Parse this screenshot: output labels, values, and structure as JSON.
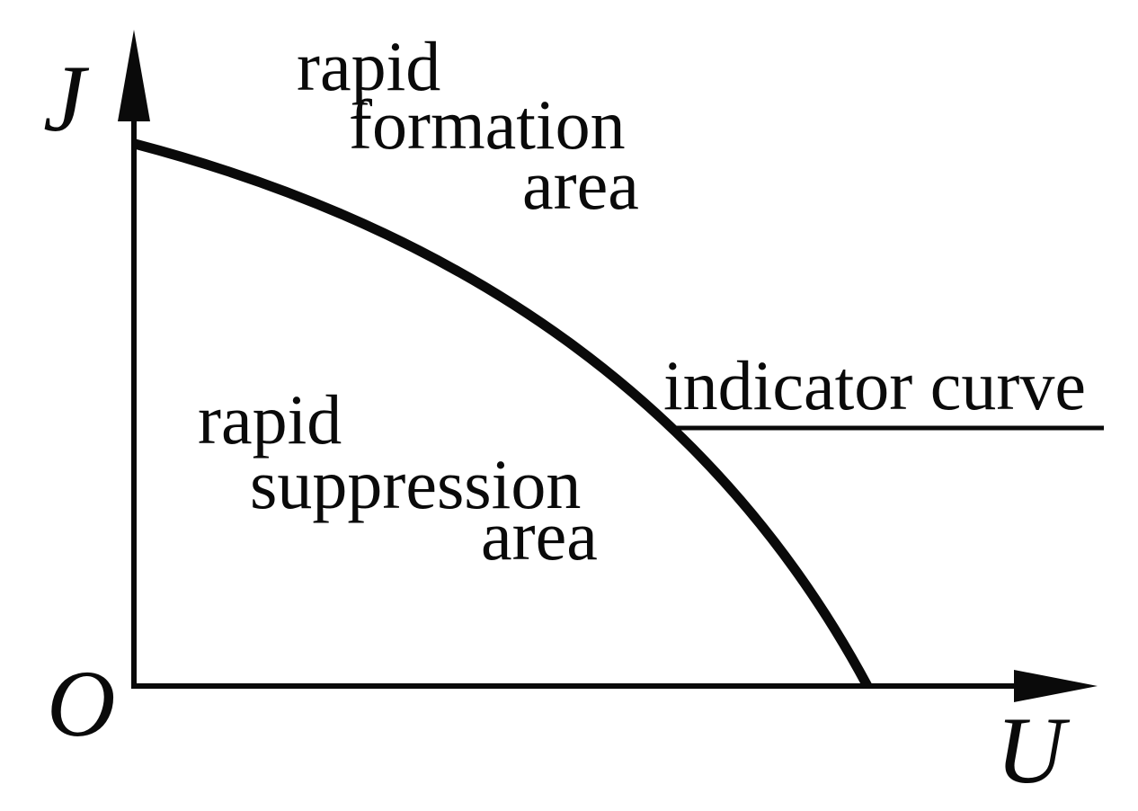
{
  "figure": {
    "background": "#ffffff",
    "ink_color": "#0a0a0a",
    "axes": {
      "y_label": "J",
      "x_label": "U",
      "origin_label": "O"
    },
    "regions": {
      "formation": {
        "line1": "rapid",
        "line2": "formation",
        "line3": "area"
      },
      "suppression": {
        "line1": "rapid",
        "line2": "suppression",
        "line3": "area"
      }
    },
    "curve_label": "indicator curve"
  }
}
